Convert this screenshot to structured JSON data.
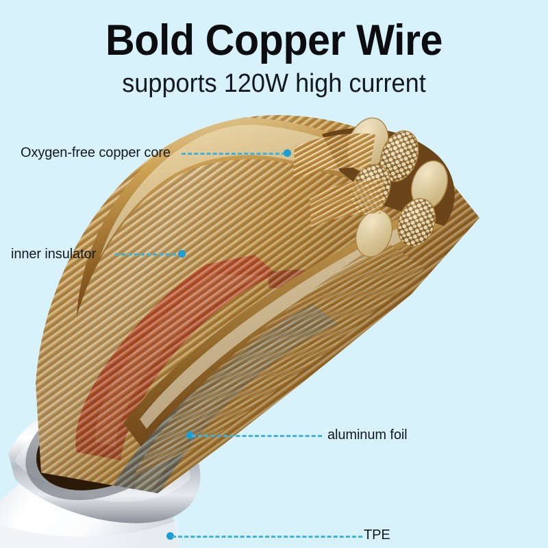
{
  "page": {
    "background_color": "#d7f2fb",
    "title": "Bold Copper Wire",
    "subtitle": "supports 120W high current"
  },
  "accent": {
    "leader_line_color": "#3bb3dd",
    "leader_dot_color": "#1c9ed4",
    "title_color": "#0d0d10",
    "copper_color": "#c89a4a",
    "copper_highlight": "#f4e2b4",
    "red_insulator_color": "#e5242b",
    "blue_insulator_color": "#2a7fd0",
    "metal_ring_color": "#c9ccd2",
    "jacket_color": "#fbfdfe"
  },
  "callouts": [
    {
      "id": "oxygen-free-copper-core",
      "label": "Oxygen-free copper core",
      "side": "left"
    },
    {
      "id": "inner-insulator",
      "label": "inner insulator",
      "side": "left"
    },
    {
      "id": "aluminum-foil",
      "label": "aluminum foil",
      "side": "right"
    },
    {
      "id": "tpe",
      "label": "TPE",
      "side": "right"
    }
  ],
  "illustration": {
    "alt": "cut-away of a braided copper charging cable showing stranded copper cores, red and blue inner insulators, aluminum foil shielding and a white TPE jacket with metal collar"
  }
}
